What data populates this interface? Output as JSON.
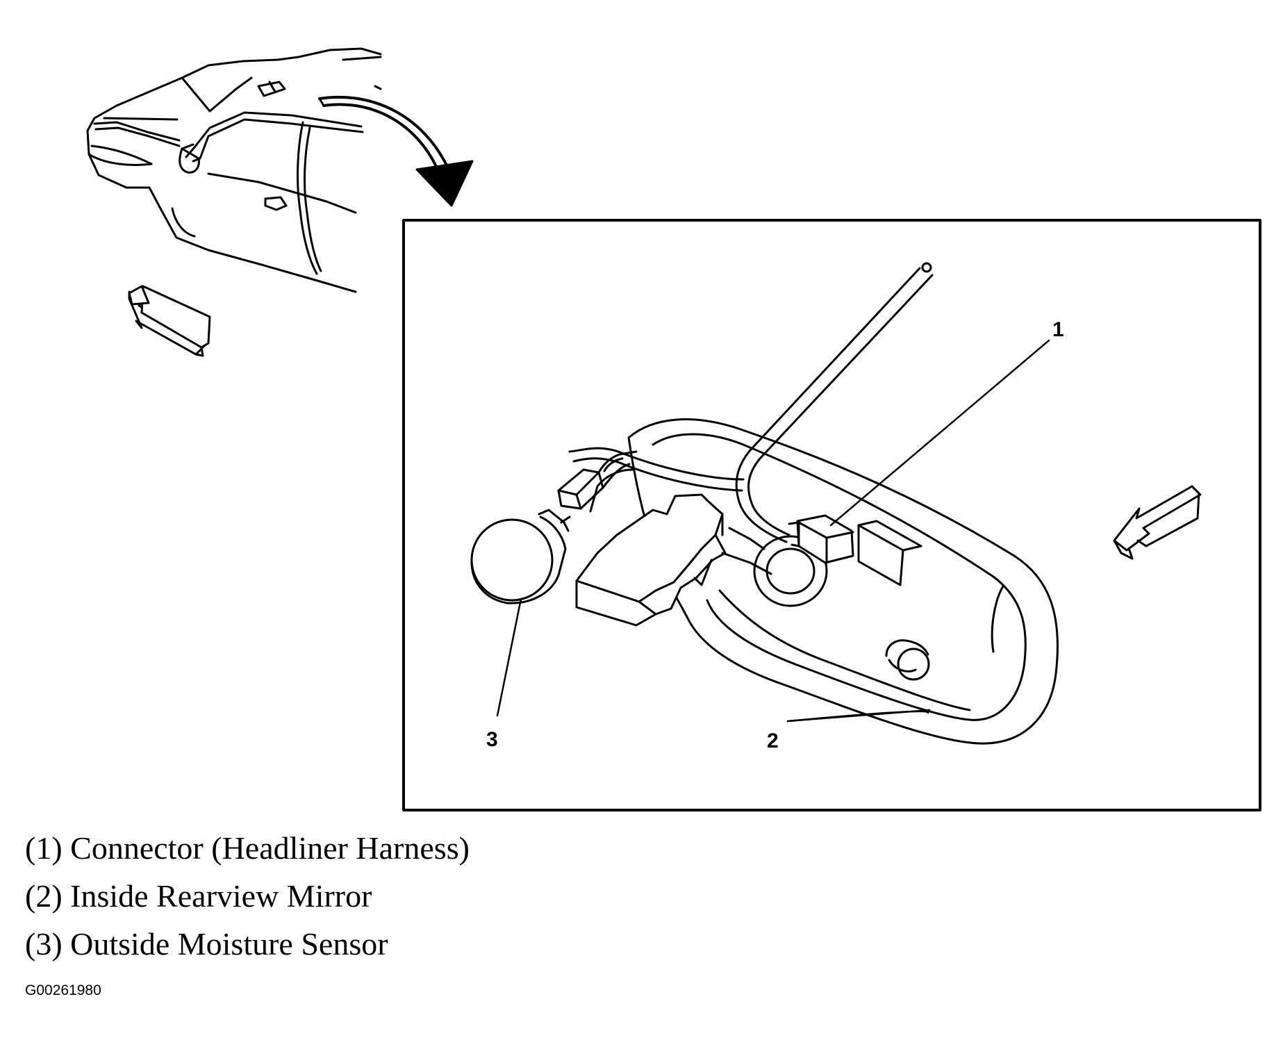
{
  "callouts": [
    {
      "number": "1",
      "label": "(1) Connector (Headliner Harness)"
    },
    {
      "number": "2",
      "label": "(2) Inside Rearview Mirror"
    },
    {
      "number": "3",
      "label": "(3) Outside Moisture Sensor"
    }
  ],
  "figure_code": "G00261980",
  "icons": {
    "vehicle": "vehicle-outline-icon",
    "view_arrow_vehicle": "view-direction-arrow-icon",
    "transition_arrow": "curved-arrow-icon",
    "view_arrow_detail": "view-direction-arrow-icon"
  }
}
